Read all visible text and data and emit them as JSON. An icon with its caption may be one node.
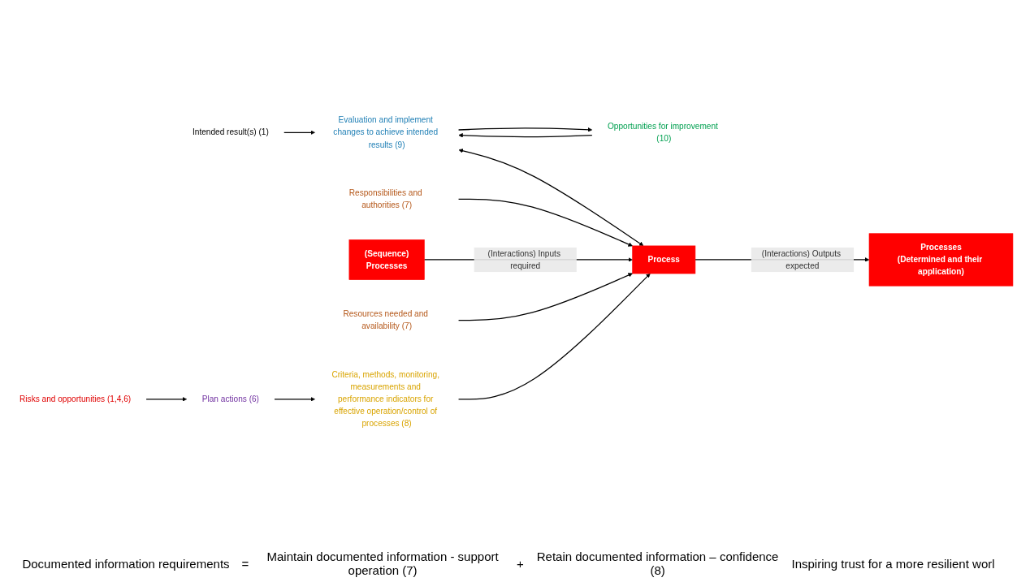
{
  "diagram": {
    "nodes": [
      {
        "text": [
          "Intended result(s) (1)"
        ]
      },
      {
        "text": [
          "Evaluation and implement changes to achieve intended results (9)"
        ]
      },
      {
        "text": [
          "Opportunities for improvement (10)"
        ]
      },
      {
        "text": [
          "Responsibilities and authorities (7)"
        ]
      },
      {
        "text": [
          "(Sequence)",
          "Processes"
        ]
      },
      {
        "text": [
          "Process"
        ]
      },
      {
        "text": [
          "Processes",
          "(Determined and their application)"
        ]
      },
      {
        "text": [
          "Resources needed and availability (7)"
        ]
      },
      {
        "text": [
          "Criteria, methods, monitoring, measurements and performance indicators for effective operation/control of processes (8)"
        ]
      },
      {
        "text": [
          "Plan actions (6)"
        ]
      },
      {
        "text": [
          "Risks and opportunities (1,4,6)"
        ]
      }
    ],
    "edges": [
      {
        "from": 0,
        "to": 1,
        "arrow": "to"
      },
      {
        "from": 1,
        "to": 2,
        "arrow": "to"
      },
      {
        "from": 2,
        "to": 1,
        "arrow": "to"
      },
      {
        "from": 1,
        "to": 5,
        "arrow": "both"
      },
      {
        "from": 3,
        "to": 5,
        "arrow": "to"
      },
      {
        "from": 4,
        "to": 5,
        "arrow": "to",
        "label": "(Interactions) Inputs required"
      },
      {
        "from": 5,
        "to": 6,
        "arrow": "to",
        "label": "(Interactions) Outputs expected"
      },
      {
        "from": 7,
        "to": 5,
        "arrow": "to"
      },
      {
        "from": 8,
        "to": 5,
        "arrow": "to"
      },
      {
        "from": 10,
        "to": 9,
        "arrow": "to"
      },
      {
        "from": 9,
        "to": 8,
        "arrow": "to"
      }
    ],
    "labels": [
      "Documented information requirements",
      "=",
      "Maintain documented information - support operation (7)",
      "+",
      "Retain documented information – confidence (8)",
      "Inspiring trust for a more resilient worl"
    ]
  }
}
